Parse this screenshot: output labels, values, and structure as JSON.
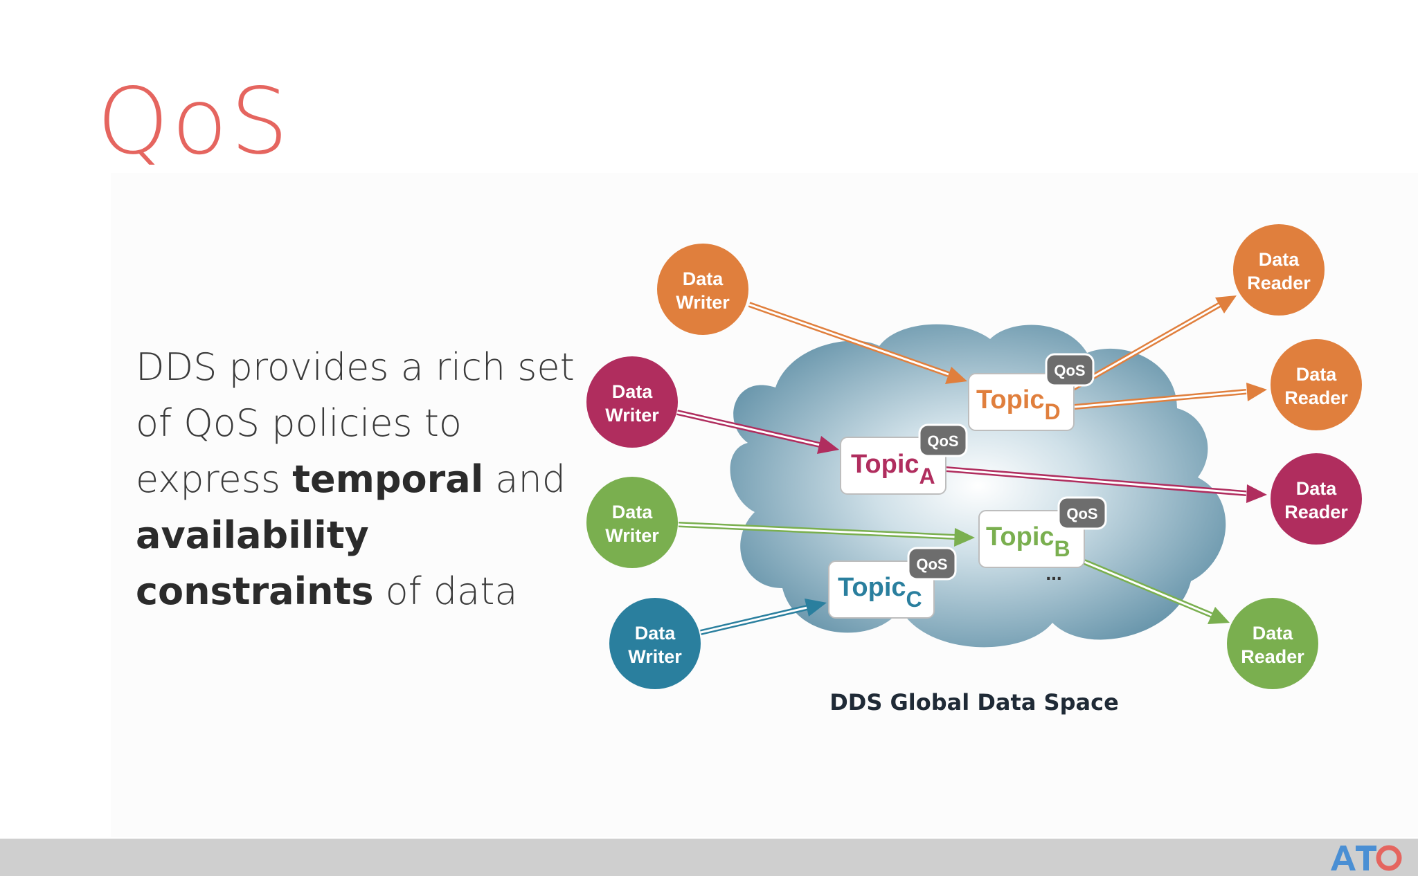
{
  "slide": {
    "title": "QoS",
    "text_plain_1": "DDS provides a rich set of QoS policies to express ",
    "text_bold_1": "temporal",
    "text_plain_2": " and ",
    "text_bold_2": "availability constraints",
    "text_plain_3": " of data"
  },
  "diagram": {
    "caption": "DDS Global Data Space",
    "writer_line1": "Data",
    "writer_line2": "Writer",
    "reader_line1": "Data",
    "reader_line2": "Reader",
    "topic_word": "Topic",
    "qos_label": "QoS",
    "ellipsis": "...",
    "topics": [
      {
        "sub": "D",
        "color": "#e07f3d"
      },
      {
        "sub": "A",
        "color": "#b02d5e"
      },
      {
        "sub": "B",
        "color": "#7aaf4f"
      },
      {
        "sub": "C",
        "color": "#2a7f9e"
      }
    ],
    "colors": {
      "orange": "#e07f3d",
      "magenta": "#b02d5e",
      "green": "#7aaf4f",
      "blue": "#2a7f9e",
      "qos_badge": "#6d6d6d"
    }
  },
  "footer": {
    "logo": "ATO",
    "logo_colors": [
      "#4a8fd4",
      "#e5655f"
    ]
  }
}
